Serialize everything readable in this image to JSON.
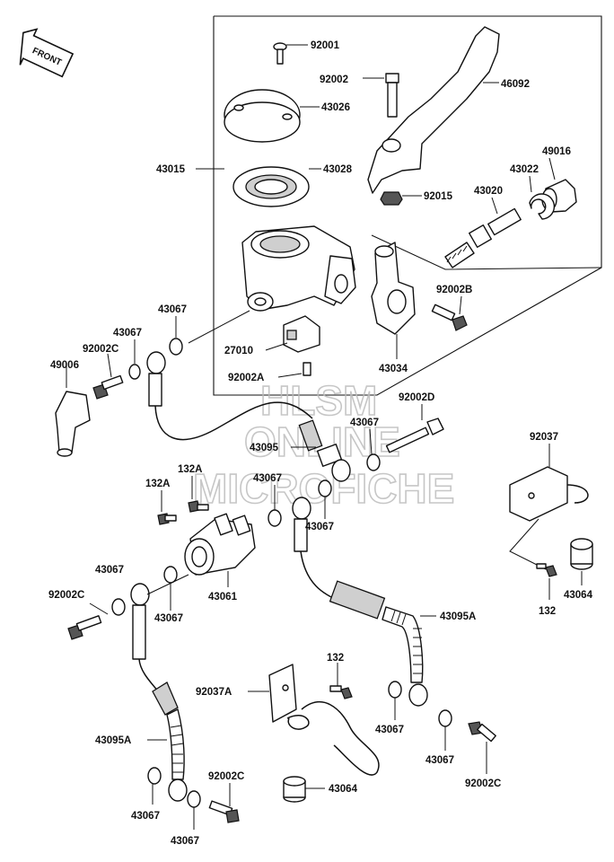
{
  "diagram": {
    "direction_marker": "FRONT",
    "watermark": {
      "line1": "HLSM",
      "line2": "ONLINE",
      "line3": "MICROFICHE"
    },
    "part_labels": {
      "p92001": "92001",
      "p92002": "92002",
      "p46092": "46092",
      "p43026": "43026",
      "p43015": "43015",
      "p43028": "43028",
      "p49016": "49016",
      "p43022": "43022",
      "p92015": "92015",
      "p43020": "43020",
      "p92002B": "92002B",
      "p43067_a": "43067",
      "p43067_b": "43067",
      "p92002C_a": "92002C",
      "p49006": "49006",
      "p27010": "27010",
      "p92002A": "92002A",
      "p43034": "43034",
      "p92002D": "92002D",
      "p43067_c": "43067",
      "p43095": "43095",
      "p132A_a": "132A",
      "p132A_b": "132A",
      "p43067_d": "43067",
      "p43067_e": "43067",
      "p92037": "92037",
      "p43067_f": "43067",
      "p92002C_b": "92002C",
      "p43067_g": "43067",
      "p43061": "43061",
      "p43095A_a": "43095A",
      "p132_a": "132",
      "p43064_a": "43064",
      "p132_b": "132",
      "p92037A": "92037A",
      "p43067_h": "43067",
      "p43095A_b": "43095A",
      "p43067_i": "43067",
      "p92002C_c": "92002C",
      "p92002C_d": "92002C",
      "p43064_b": "43064",
      "p43067_j": "43067",
      "p43067_k": "43067"
    }
  }
}
